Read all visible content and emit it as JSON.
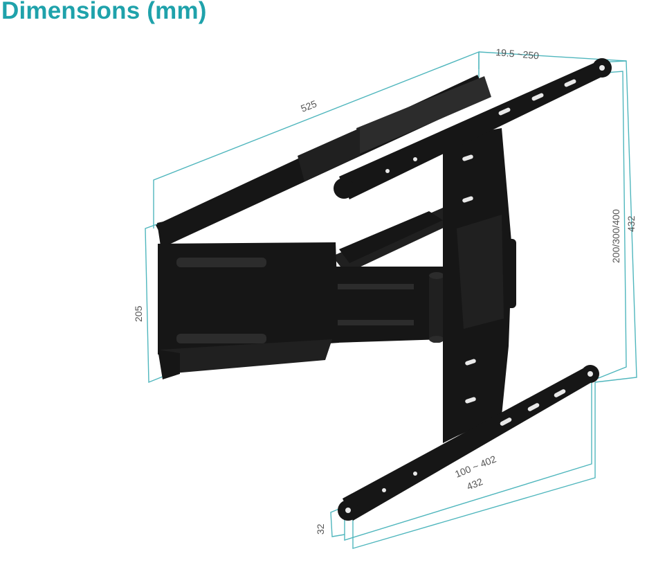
{
  "title": "Dimensions (mm)",
  "colors": {
    "title": "#1fa2ab",
    "dimension_line": "#4fb6bd",
    "dimension_text": "#555555",
    "bracket": "#161616"
  },
  "dimensions": {
    "arm_length": "525",
    "wall_offset": "19.5 ~250",
    "wall_plate_height": "205",
    "vertical_spacing": "200/300/400",
    "overall_height": "432",
    "horizontal_spacing": "100 ~ 402",
    "overall_width": "432",
    "rail_height": "32"
  }
}
